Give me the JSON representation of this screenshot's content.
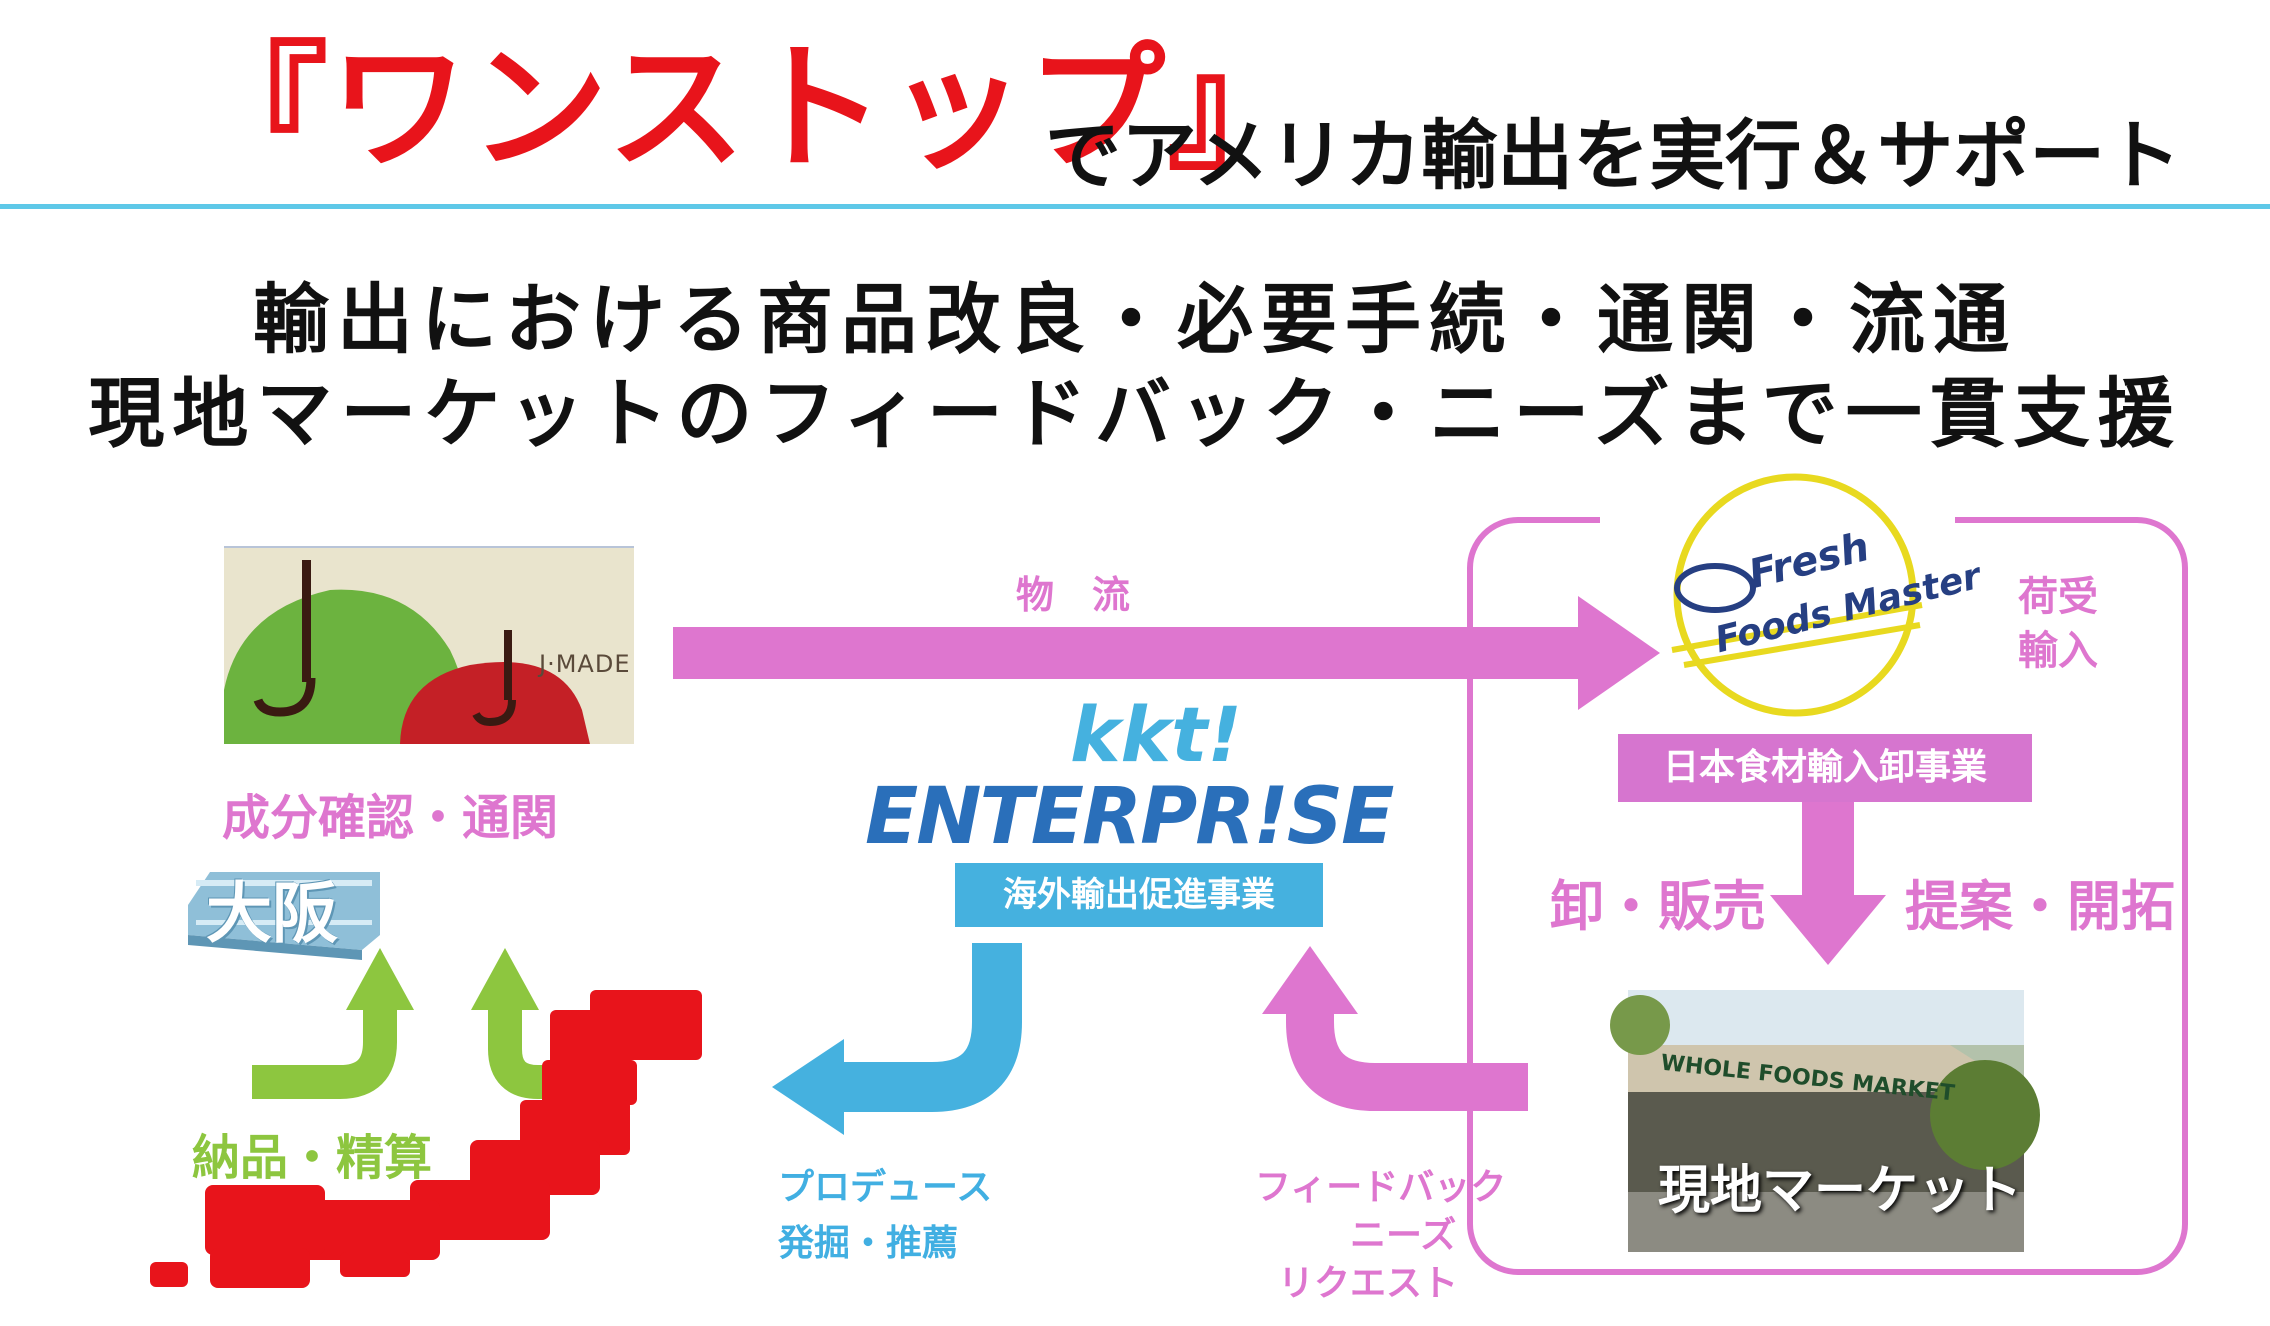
{
  "header": {
    "title_highlight": "『ワンストップ』",
    "title_rest": "でアメリカ輸出を実行＆サポート"
  },
  "subtitle": {
    "line1": "輸出における商品改良・必要手続・通関・流通",
    "line2": "現地マーケットのフィードバック・ニーズまで一貫支援"
  },
  "left": {
    "logo_text": "J·MADE",
    "logo_mark": "J",
    "ingredient_label": "成分確認・通関",
    "osaka_label": "大阪",
    "delivery_label": "納品・精算"
  },
  "center": {
    "logistics_label": "物　流",
    "logo_kkt": "kkt!",
    "logo_enterprise": "ENTERPR!SE",
    "business_label": "海外輸出促進事業",
    "produce_label_1": "プロデュース",
    "produce_label_2": "発掘・推薦",
    "feedback_label_1": "フィードバック",
    "feedback_label_2": "ニーズ",
    "feedback_label_3": "リクエスト"
  },
  "right": {
    "ffm_logo_1": "Fresh",
    "ffm_logo_2": "Foods Master",
    "receive_label_1": "荷受",
    "receive_label_2": "輸入",
    "import_business_label": "日本食材輸入卸事業",
    "wholesale_label": "卸・販売",
    "proposal_label": "提案・開拓",
    "store_sign": "WHOLE FOODS MARKET",
    "market_label": "現地マーケット"
  },
  "colors": {
    "red": "#e8141b",
    "pink": "#de76cf",
    "blue": "#41afe2",
    "green": "#8dc63f",
    "rule": "#5ec8e8"
  }
}
